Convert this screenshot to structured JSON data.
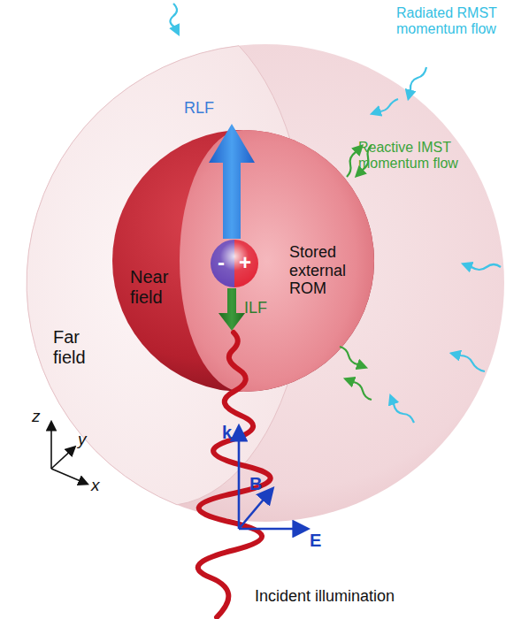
{
  "diagram": {
    "nodes": [
      {
        "text": [
          "Far field"
        ]
      },
      {
        "text": [
          "Near field",
          "Stored external ROM"
        ],
        "in": 0
      },
      {
        "text": [
          "-",
          "+"
        ],
        "in": 1
      }
    ],
    "labels": [
      "Radiated RMST momentum flow",
      "Reactive IMST momentum flow",
      "RLF",
      "ILF",
      "z",
      "y",
      "x",
      "k",
      "B",
      "E",
      "Incident illumination"
    ]
  }
}
